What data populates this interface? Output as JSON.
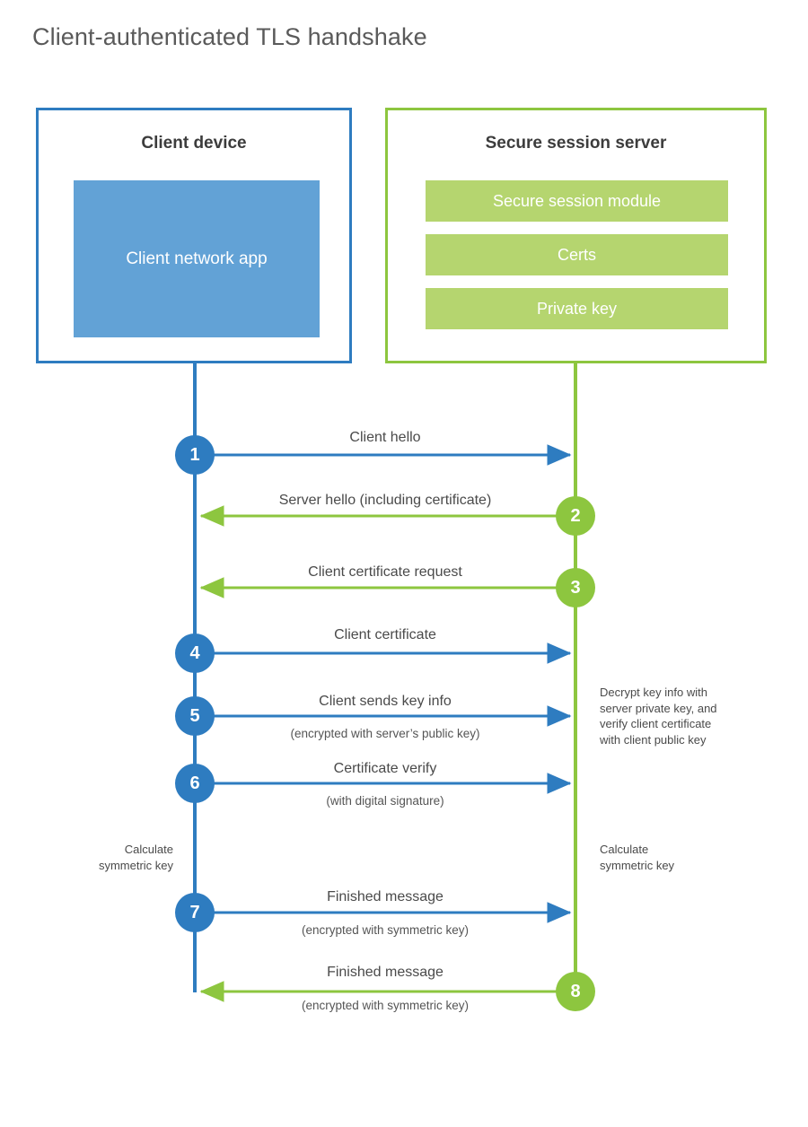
{
  "title": "Client-authenticated TLS handshake",
  "colors": {
    "client_accent": "#2e7cc0",
    "server_accent": "#8dc63f",
    "client_app_fill": "#62a2d6",
    "server_module_fill": "#b5d56f",
    "text": "#4a4a4a",
    "title_text": "#5a5a5a",
    "background": "#ffffff"
  },
  "client": {
    "title": "Client device",
    "app_label": "Client network app"
  },
  "server": {
    "title": "Secure session server",
    "modules": [
      {
        "label": "Secure session module"
      },
      {
        "label": "Certs"
      },
      {
        "label": "Private key"
      }
    ]
  },
  "steps": [
    {
      "number": "1",
      "label": "Client hello",
      "sublabel": "",
      "direction": "client-to-server",
      "side": "client"
    },
    {
      "number": "2",
      "label": "Server hello (including certificate)",
      "sublabel": "",
      "direction": "server-to-client",
      "side": "server"
    },
    {
      "number": "3",
      "label": "Client certificate request",
      "sublabel": "",
      "direction": "server-to-client",
      "side": "server"
    },
    {
      "number": "4",
      "label": "Client certificate",
      "sublabel": "",
      "direction": "client-to-server",
      "side": "client"
    },
    {
      "number": "5",
      "label": "Client sends key info",
      "sublabel": "(encrypted with server’s public key)",
      "direction": "client-to-server",
      "side": "client"
    },
    {
      "number": "6",
      "label": "Certificate verify",
      "sublabel": "(with digital signature)",
      "direction": "client-to-server",
      "side": "client"
    },
    {
      "number": "7",
      "label": "Finished message",
      "sublabel": "(encrypted with symmetric key)",
      "direction": "client-to-server",
      "side": "client"
    },
    {
      "number": "8",
      "label": "Finished message",
      "sublabel": "(encrypted with symmetric key)",
      "direction": "server-to-client",
      "side": "server"
    }
  ],
  "annotations": {
    "server_decrypt": "Decrypt key info with server private key, and verify client certificate with client public key",
    "server_decrypt_lines": [
      "Decrypt key info with",
      "server private key, and",
      "verify client certificate",
      "with client public key"
    ],
    "client_calculate_lines": [
      "Calculate",
      "symmetric key"
    ],
    "server_calculate_lines": [
      "Calculate",
      "symmetric key"
    ]
  }
}
